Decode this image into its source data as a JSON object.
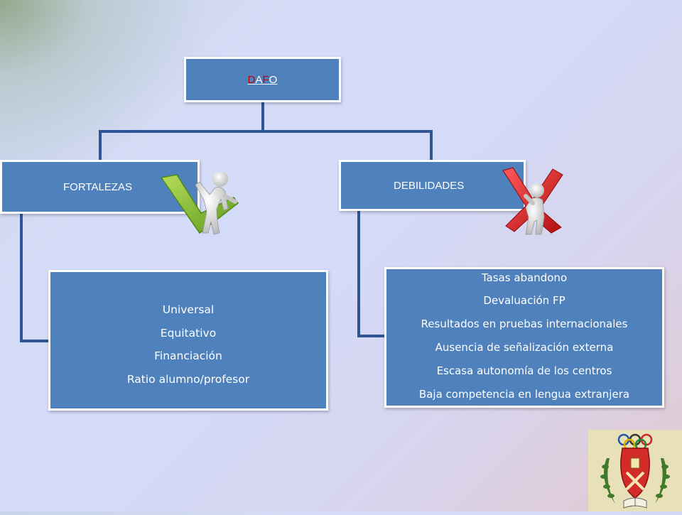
{
  "diagram": {
    "root": {
      "letters": [
        "D",
        "A",
        "F",
        "O"
      ]
    },
    "branches": [
      {
        "label": "FORTALEZAS",
        "items": [
          "Universal",
          "Equitativo",
          "Financiación",
          "Ratio alumno/profesor"
        ]
      },
      {
        "label": "DEBILIDADES",
        "items": [
          "Tasas abandono",
          "Devaluación FP",
          "Resultados en pruebas internacionales",
          "Ausencia de señalización externa",
          "Escasa autonomía de los centros",
          "Baja competencia en lengua extranjera"
        ]
      }
    ]
  },
  "colors": {
    "box_fill": "#4f81bd",
    "connector": "#2f5597",
    "check_green": "#7ab32e",
    "x_red": "#d81e1e"
  },
  "icons": {
    "strength": "check-mark-figure-icon",
    "weakness": "x-mark-figure-icon",
    "emblem": "school-crest-icon"
  }
}
